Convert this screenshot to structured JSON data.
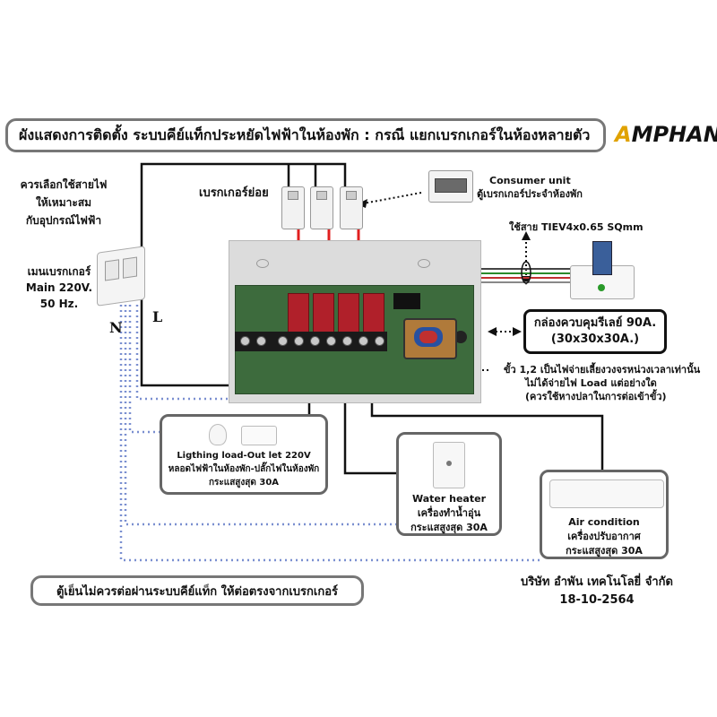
{
  "title": "ผังแสดงการติดตั้ง ระบบคีย์แท็กประหยัดไฟฟ้าในห้องพัก : กรณี แยกเบรกเกอร์ในห้องหลายตัว",
  "brand": {
    "text": "AMPHAN",
    "lead": "A",
    "rest": "MPHAN"
  },
  "wire_advice": [
    "ควรเลือกใช้สายไฟ",
    "ให้เหมาะสม",
    "กับอุปกรณ์ไฟฟ้า"
  ],
  "main_breaker": [
    "เมนเบรกเกอร์",
    "Main 220V.",
    "50 Hz."
  ],
  "neutral_label": "N",
  "line_label": "L",
  "sub_breakers_label": "เบรกเกอร์ย่อย",
  "consumer_unit": {
    "title": "Consumer unit",
    "subtitle": "ตู้เบรกเกอร์ประจำห้องพัก"
  },
  "cable_spec": "ใช้สาย TIEV4x0.65 SQmm",
  "relay_box": {
    "line1": "กล่องควบคุมรีเลย์ 90A.",
    "line2": "(30x30x30A.)"
  },
  "terminal_note": [
    "ขั้ว 1,2 เป็นไฟจ่ายเลี้ยงวงจรหน่วงเวลาเท่านั้น",
    "ไม่ได้จ่ายไฟ Load แต่อย่างใด",
    "(ควรใช้หางปลาในการต่อเข้าขั้ว)"
  ],
  "loads": [
    {
      "name": "Ligthing load-Out let 220V",
      "desc": "หลอดไฟฟ้าในห้องพัก-ปลั๊กไฟในห้องพัก",
      "current": "กระแสสูงสุด 30A"
    },
    {
      "name": "Water heater",
      "desc": "เครื่องทำน้ำอุ่น",
      "current": "กระแสสูงสุด 30A"
    },
    {
      "name": "Air condition",
      "desc": "เครื่องปรับอากาศ",
      "current": "กระแสสูงสุด 30A"
    }
  ],
  "footer_note": "ตู้เย็นไม่ควรต่อผ่านระบบคีย์แท็ก ให้ต่อตรงจากเบรกเกอร์",
  "company": {
    "name": "บริษัท อำพัน เทคโนโลยี่ จำกัด",
    "date": "18-10-2564"
  },
  "colors": {
    "wire_live": "#e02020",
    "wire_black": "#111111",
    "wire_neutral": "#7a8fd0",
    "pcb": "#3d6b3d"
  }
}
